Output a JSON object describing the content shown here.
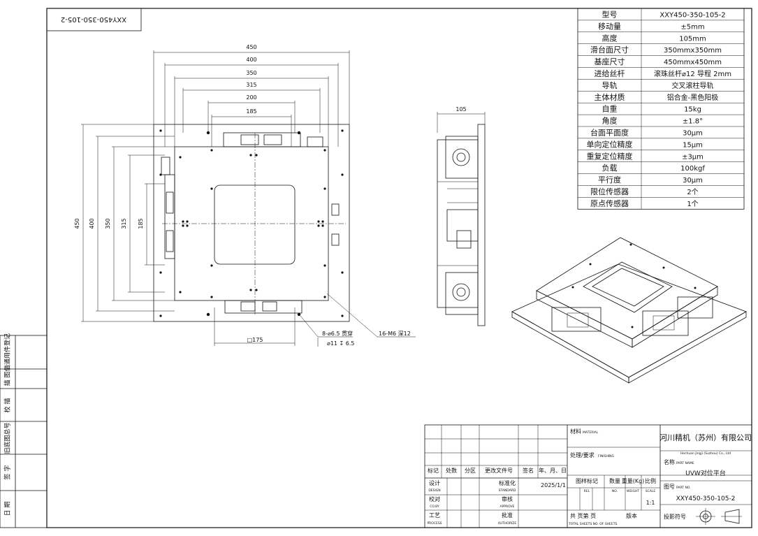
{
  "drawing_number_mirrored": "XXY450-350-105-2",
  "specs": [
    {
      "label": "型号",
      "value": "XXY450-350-105-2"
    },
    {
      "label": "移动量",
      "value": "±5mm"
    },
    {
      "label": "高度",
      "value": "105mm"
    },
    {
      "label": "滑台面尺寸",
      "value": "350mmx350mm"
    },
    {
      "label": "基座尺寸",
      "value": "450mmx450mm"
    },
    {
      "label": "进给丝杆",
      "value": "滚珠丝杆⌀12 导程 2mm"
    },
    {
      "label": "导轨",
      "value": "交叉滚柱导轨"
    },
    {
      "label": "主体材质",
      "value": "铝合金-黑色阳极"
    },
    {
      "label": "自重",
      "value": "15kg"
    },
    {
      "label": "角度",
      "value": "±1.8°"
    },
    {
      "label": "台面平面度",
      "value": "30μm"
    },
    {
      "label": "单向定位精度",
      "value": "15μm"
    },
    {
      "label": "重复定位精度",
      "value": "±3μm"
    },
    {
      "label": "负载",
      "value": "100kgf"
    },
    {
      "label": "平行度",
      "value": "30μm"
    },
    {
      "label": "限位传感器",
      "value": "2个"
    },
    {
      "label": "原点传感器",
      "value": "1个"
    }
  ],
  "dims": {
    "h450": "450",
    "h400": "400",
    "h350": "350",
    "h315": "315",
    "h200": "200",
    "h185": "185",
    "h105": "105",
    "v450": "450",
    "v400": "400",
    "v350": "350",
    "v315": "315",
    "v185": "185",
    "sq175": "□175",
    "holes_note_1": "8-⌀6.5 贯穿",
    "holes_note_2": "⌀11 ↧ 6.5",
    "thread_note": "16-M6 深12"
  },
  "side_labels": [
    "借通用件登记",
    "描 图",
    "校 描",
    "旧底图总号",
    "签 字",
    "日 期"
  ],
  "title_block": {
    "material": "材料",
    "material_en": "MATERIAL",
    "finishing": "处理/要求",
    "finishing_en": "FINISHING",
    "company": "河川精机（苏州）有限公司",
    "company_en": "Hechuan Jingji (Suzhou) Co., Ltd",
    "name_label": "名称",
    "name_label_en": "PART NAME",
    "part_name": "UVW对位平台",
    "number_label": "图号",
    "number_label_en": "PART NO.",
    "part_no": "XXY450-350-105-2",
    "projection_label": "投影符号",
    "scale": "1:1",
    "rev_headers": [
      "标记",
      "处数",
      "分区",
      "更改文件号",
      "签名",
      "年、月、日"
    ],
    "design": "设计",
    "design_en": "DESIGN",
    "standard": "标准化",
    "standard_en": "STANDARD",
    "date": "2025/1/1",
    "check": "校对",
    "check_en": "CO.BY",
    "approve": "审核",
    "approve_en": "APPROVE",
    "process": "工艺",
    "process_en": "PROCESS",
    "authorize": "批准",
    "authorize_en": "AUTHORIZE",
    "sample_mark": "图样标记",
    "sample_mark_en": "REL",
    "quantity": "数量",
    "quantity_en": "NO.",
    "weight": "重量(Kg)",
    "weight_en": "WEIGHT",
    "ratio": "比例",
    "ratio_en": "SCALE",
    "sheets": "共    页第    页",
    "sheets_en": "TOTAL SHEETS NO. OF SHEETS",
    "version": "版本",
    "version_en": "版本"
  },
  "colors": {
    "line": "#111111",
    "background": "#ffffff"
  }
}
